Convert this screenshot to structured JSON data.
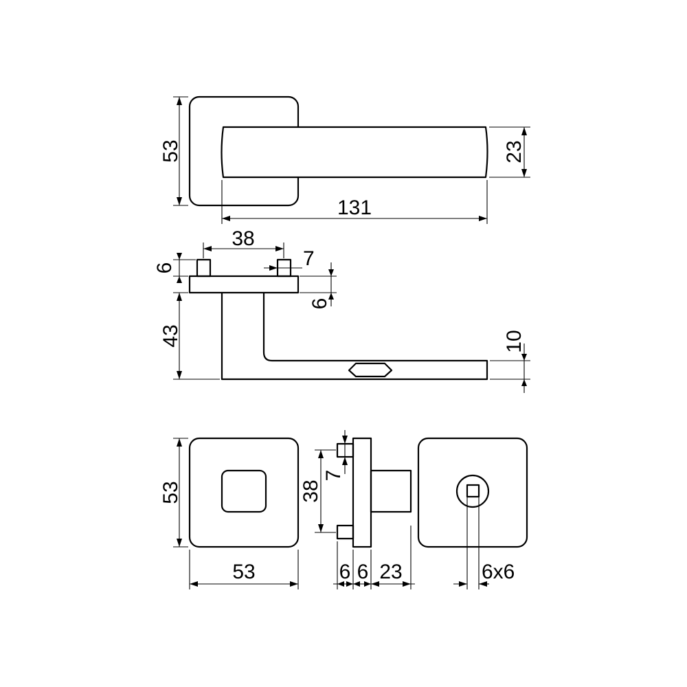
{
  "drawing": {
    "front_view": {
      "rose_height": "53",
      "lever_width": "23",
      "lever_length": "131"
    },
    "side_view": {
      "pin_spacing": "38",
      "pin_diameter": "7",
      "pin_height": "6",
      "rose_thickness": "6",
      "lever_drop": "43",
      "lever_thickness": "10"
    },
    "bottom_views": {
      "rose_height": "53",
      "rose_width": "53",
      "pin_spacing": "38",
      "pin_diameter": "7",
      "pin_height": "6",
      "plate_thickness": "6",
      "boss_length": "23",
      "spindle_size": "6x6"
    }
  }
}
